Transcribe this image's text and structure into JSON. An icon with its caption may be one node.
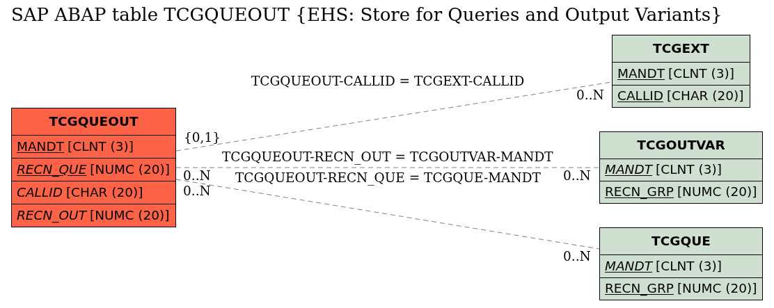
{
  "diagram": {
    "title": "SAP ABAP table TCGQUEOUT {EHS: Store for Queries and Output Variants}",
    "nodes": [
      {
        "text": [
          "TCGQUEOUT"
        ]
      },
      {
        "text": [
          "MANDT",
          "[CLNT (3)]"
        ],
        "in": 0
      },
      {
        "text": [
          "RECN_QUE",
          "[NUMC (20)]"
        ],
        "in": 0
      },
      {
        "text": [
          "CALLID",
          "[CHAR (20)]"
        ],
        "in": 0
      },
      {
        "text": [
          "RECN_OUT",
          "[NUMC (20)]"
        ],
        "in": 0
      },
      {
        "text": [
          "TCGEXT"
        ]
      },
      {
        "text": [
          "MANDT",
          "[CLNT (3)]"
        ],
        "in": 5
      },
      {
        "text": [
          "CALLID",
          "[CHAR (20)]"
        ],
        "in": 5
      },
      {
        "text": [
          "TCGOUTVAR"
        ]
      },
      {
        "text": [
          "MANDT",
          "[CLNT (3)]"
        ],
        "in": 8
      },
      {
        "text": [
          "RECN_GRP",
          "[NUMC (20)]"
        ],
        "in": 8
      },
      {
        "text": [
          "TCGQUE"
        ]
      },
      {
        "text": [
          "MANDT",
          "[CLNT (3)]"
        ],
        "in": 11
      },
      {
        "text": [
          "RECN_GRP",
          "[NUMC (20)]"
        ],
        "in": 11
      }
    ],
    "edges": [
      {
        "from": 0,
        "to": 5,
        "arrow": "none",
        "label": "TCGQUEOUT-CALLID = TCGEXT-CALLID",
        "style": "dashed"
      },
      {
        "from": 0,
        "to": 8,
        "arrow": "none",
        "label": "TCGQUEOUT-RECN_OUT = TCGOUTVAR-MANDT",
        "style": "dashed"
      },
      {
        "from": 0,
        "to": 11,
        "arrow": "none",
        "label": "TCGQUEOUT-RECN_QUE = TCGQUE-MANDT",
        "style": "dashed"
      }
    ],
    "labels": [
      "0..N",
      "{0,1}",
      "0..N",
      "0..N",
      "0..N",
      "0..N"
    ]
  }
}
